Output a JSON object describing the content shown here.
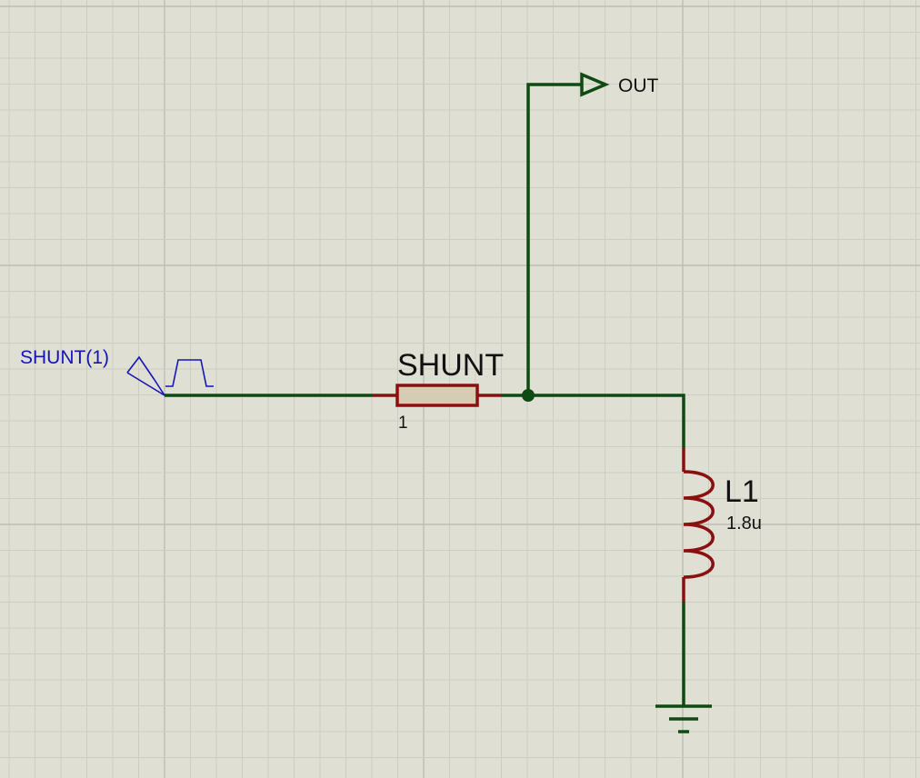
{
  "colors": {
    "background": "#dfdfd3",
    "grid_minor": "#cdcdc1",
    "grid_major": "#bdbdb1",
    "wire": "#0f4a12",
    "component": "#8a1010",
    "resistor_fill": "#d5cdb3",
    "generator": "#1414b8",
    "text": "#111111"
  },
  "generator": {
    "label": "SHUNT(1)",
    "icon": "pulse-generator-icon"
  },
  "resistor": {
    "name": "SHUNT",
    "value": "1",
    "icon": "resistor-icon"
  },
  "inductor": {
    "name": "L1",
    "value": "1.8u",
    "icon": "inductor-icon"
  },
  "output_terminal": {
    "label": "OUT",
    "icon": "output-terminal-arrow-icon"
  },
  "ground": {
    "icon": "ground-icon"
  },
  "junction": {
    "icon": "junction-dot-icon"
  }
}
